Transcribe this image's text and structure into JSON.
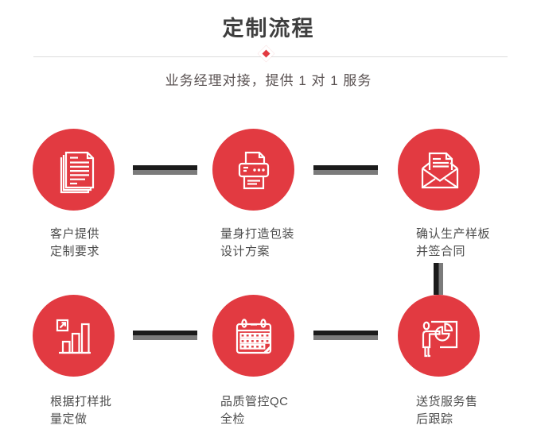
{
  "header": {
    "title": "定制流程",
    "subtitle": "业务经理对接，提供 1 对 1 服务",
    "diamond_icon": "diamond-icon"
  },
  "steps": [
    {
      "icon": "documents-icon",
      "label_lines": [
        "客户提供",
        "定制要求"
      ]
    },
    {
      "icon": "printer-icon",
      "label_lines": [
        "量身打造包装",
        "设计方案"
      ]
    },
    {
      "icon": "open-envelope-icon",
      "label_lines": [
        "确认生产样板",
        "并签合同"
      ]
    },
    {
      "icon": "growth-bar-chart-icon",
      "label_lines": [
        "根据打样批",
        "量定做"
      ]
    },
    {
      "icon": "calendar-icon",
      "label_lines": [
        "品质管控QC",
        "全检"
      ]
    },
    {
      "icon": "presentation-pie-icon",
      "label_lines": [
        "送货服务售",
        "后跟踪"
      ]
    }
  ],
  "colors": {
    "red": "#e23a41",
    "connector_dark": "#1b1b1b",
    "connector_gray": "#7b7b7b",
    "title": "#3e3e3e",
    "subtitle": "#5a5252",
    "label": "#4d4d4d",
    "divider": "#dcdcdc"
  }
}
